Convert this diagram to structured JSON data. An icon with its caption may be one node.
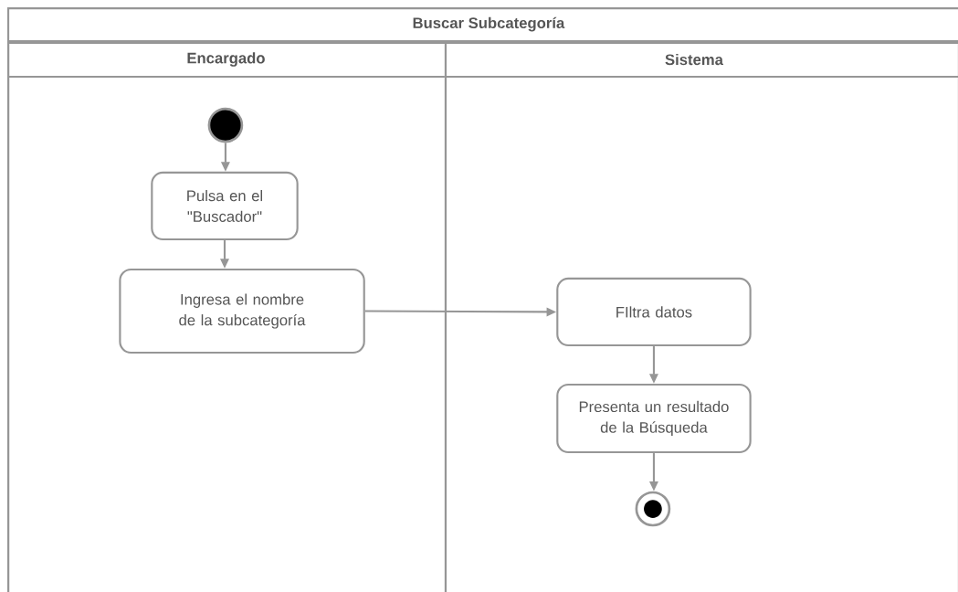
{
  "diagram": {
    "nodes": [
      {
        "text": [
          "Buscar Subcategoría"
        ]
      },
      {
        "text": [
          "Encargado"
        ],
        "in": 0
      },
      {
        "text": [
          "Sistema"
        ],
        "in": 0
      },
      {
        "text": [],
        "shape": "circle",
        "in": 1
      },
      {
        "text": [
          "Pulsa en el \"Buscador\""
        ],
        "in": 1
      },
      {
        "text": [
          "Ingresa el nombre de la subcategoría"
        ],
        "in": 1
      },
      {
        "text": [
          "FIltra datos"
        ],
        "in": 2
      },
      {
        "text": [
          "Presenta un resultado de la Búsqueda"
        ],
        "in": 2
      },
      {
        "text": [],
        "shape": "final-circle",
        "in": 2
      }
    ],
    "edges": [
      {
        "from": 3,
        "to": 4,
        "arrow": "to"
      },
      {
        "from": 4,
        "to": 5,
        "arrow": "to"
      },
      {
        "from": 5,
        "to": 6,
        "arrow": "to"
      },
      {
        "from": 6,
        "to": 7,
        "arrow": "to"
      },
      {
        "from": 7,
        "to": 8,
        "arrow": "to"
      }
    ]
  }
}
